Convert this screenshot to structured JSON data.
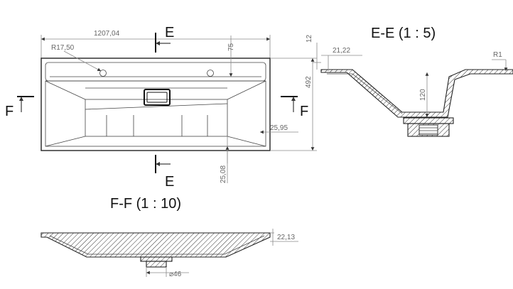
{
  "title_ee": "E-E (1 : 5)",
  "title_ff": "F-F (1 : 10)",
  "section_letters": {
    "e": "E",
    "f": "F"
  },
  "dims": {
    "length": "1207,04",
    "radius_hole": "R17,50",
    "d75": "75",
    "d492": "492",
    "d12": "12",
    "d21_22": "21,22",
    "r1": "R1",
    "d120": "120",
    "d25_95": "25,95",
    "d25_08": "25,08",
    "d22_13": "22,13",
    "dia46": "⌀46"
  }
}
